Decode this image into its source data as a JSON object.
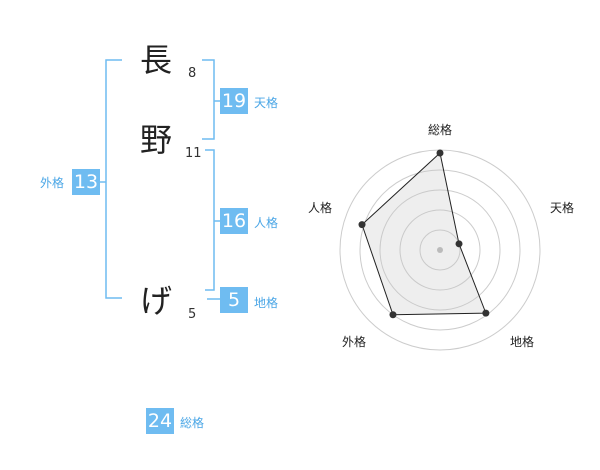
{
  "name": {
    "chars": [
      {
        "char": "長",
        "strokes": "8"
      },
      {
        "char": "野",
        "strokes": "11"
      },
      {
        "char": "げ",
        "strokes": "5"
      }
    ]
  },
  "kakusu": {
    "tenkaku": {
      "value": "19",
      "label": "天格"
    },
    "jinkaku": {
      "value": "16",
      "label": "人格"
    },
    "chikaku": {
      "value": "5",
      "label": "地格"
    },
    "gaikaku": {
      "value": "13",
      "label": "外格"
    },
    "soukaku": {
      "value": "24",
      "label": "総格"
    }
  },
  "colors": {
    "accent": "#6fbcf1",
    "bracket": "#6fbcf1",
    "label": "#4aa6e6"
  },
  "chart_data": {
    "type": "radar",
    "axes": [
      "総格",
      "天格",
      "地格",
      "外格",
      "人格"
    ],
    "values": [
      0.97,
      0.2,
      0.78,
      0.8,
      0.82
    ],
    "levels": 5,
    "range": [
      0,
      1
    ]
  }
}
